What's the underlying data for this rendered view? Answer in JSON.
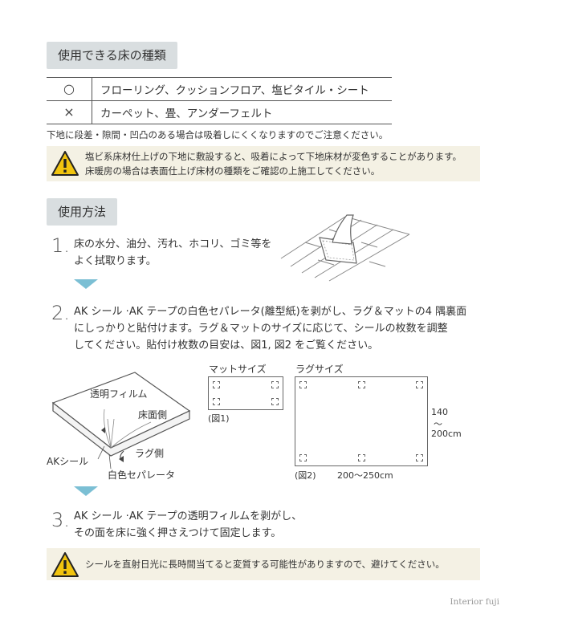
{
  "floor_section": {
    "title": "使用できる床の種類",
    "rows": [
      {
        "mark": "○",
        "types": "フローリング、クッションフロア、塩ビタイル・シート"
      },
      {
        "mark": "×",
        "types": "カーペット、畳、アンダーフェルト"
      }
    ],
    "note": "下地に段差・隙間・凹凸のある場合は吸着しにくくなりますのでご注意ください。",
    "warning_lines": [
      "塩ビ系床材仕上げの下地に敷設すると、吸着によって下地床材が変色することがあります。",
      "床暖房の場合は表面仕上げ床材の種類をご確認の上施工してください。"
    ]
  },
  "usage_section": {
    "title": "使用方法",
    "steps": [
      {
        "num": "1.",
        "lines": [
          "床の水分、油分、汚れ、ホコリ、ゴミ等を",
          "よく拭取ります。"
        ]
      },
      {
        "num": "2.",
        "lines": [
          "AK シール ·AK テープの白色セパレータ(離型紙)を剥がし、ラグ＆マットの4 隅裏面",
          "にしっかりと貼付けます。ラグ＆マットのサイズに応じて、シールの枚数を調整",
          "してください。貼付け枚数の目安は、図1, 図2 をご覧ください。"
        ]
      },
      {
        "num": "3.",
        "lines": [
          "AK シール ·AK テープの透明フィルムを剥がし、",
          "その面を床に強く押さえつけて固定します。"
        ]
      }
    ],
    "diagram_labels": {
      "film": "透明フィルム",
      "floor_side": "床面側",
      "rug_side": "ラグ側",
      "ak_seal": "AKシール",
      "white_separator": "白色セパレータ"
    },
    "mat": {
      "title": "マットサイズ",
      "caption": "(図1)"
    },
    "rug": {
      "title": "ラグサイズ",
      "caption": "(図2)",
      "width_text": "200〜250cm",
      "height_top": "140",
      "height_tilde": "〜",
      "height_bottom": "200cm"
    },
    "warning": "シールを直射日光に長時間当てると変質する可能性がありますので、避けてください。"
  },
  "footer": {
    "brand": "Interior fuji"
  },
  "colors": {
    "accent_triangle": "#7bbfd4",
    "pill_bg": "#d9dee0",
    "warning_bg": "#f4f1e4",
    "warning_icon": "#f1c40f"
  }
}
